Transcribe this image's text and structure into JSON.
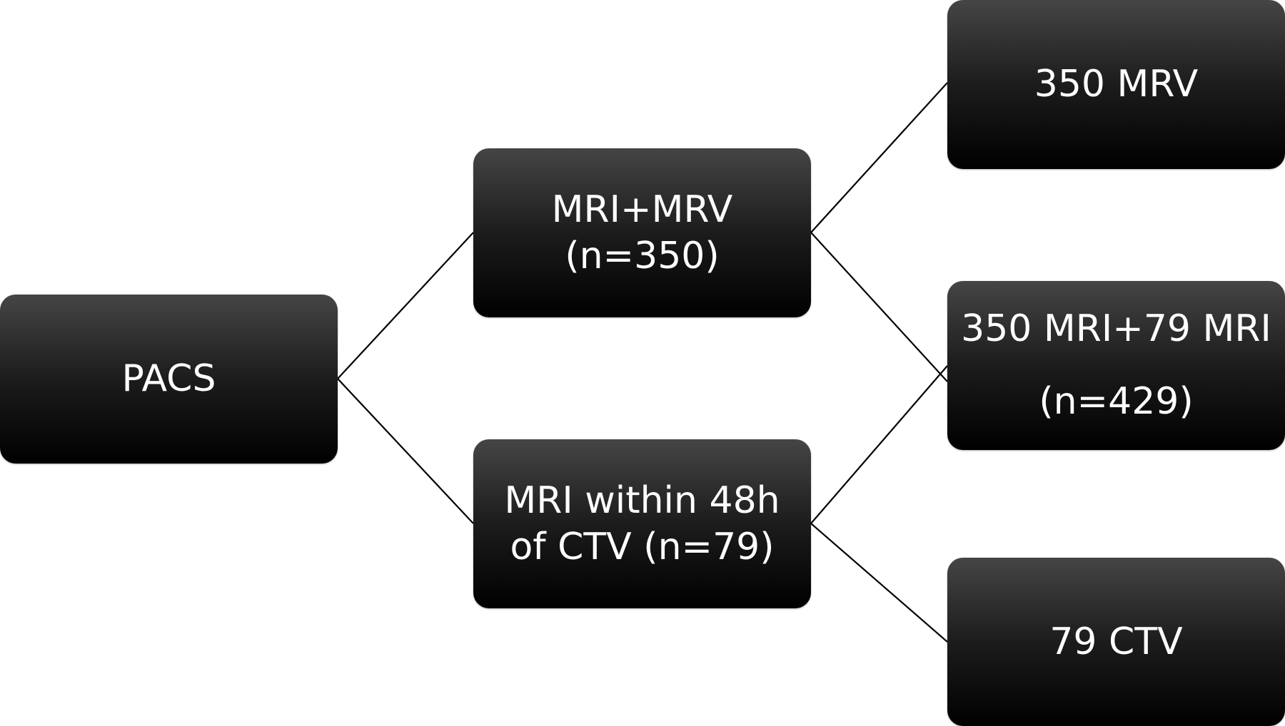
{
  "nodes": {
    "pacs": {
      "lines": [
        "PACS"
      ]
    },
    "mri_mrv": {
      "lines": [
        "MRI+MRV",
        "(n=350)"
      ]
    },
    "mri_ctv": {
      "lines": [
        "MRI within 48h",
        "of CTV (n=79)"
      ]
    },
    "mrv_350": {
      "lines": [
        "350 MRV"
      ]
    },
    "mri_total": {
      "lines": [
        "350 MRI+79 MRI",
        "(n=429)"
      ]
    },
    "ctv_79": {
      "lines": [
        "79 CTV"
      ]
    }
  },
  "edges": [
    {
      "from": "pacs",
      "to": "mri_mrv"
    },
    {
      "from": "pacs",
      "to": "mri_ctv"
    },
    {
      "from": "mri_mrv",
      "to": "mrv_350"
    },
    {
      "from": "mri_mrv",
      "to": "mri_total"
    },
    {
      "from": "mri_ctv",
      "to": "mri_total"
    },
    {
      "from": "mri_ctv",
      "to": "ctv_79"
    }
  ],
  "colors": {
    "node_top": "#454545",
    "node_bottom": "#000000",
    "node_text": "#ffffff",
    "connector": "#000000"
  }
}
